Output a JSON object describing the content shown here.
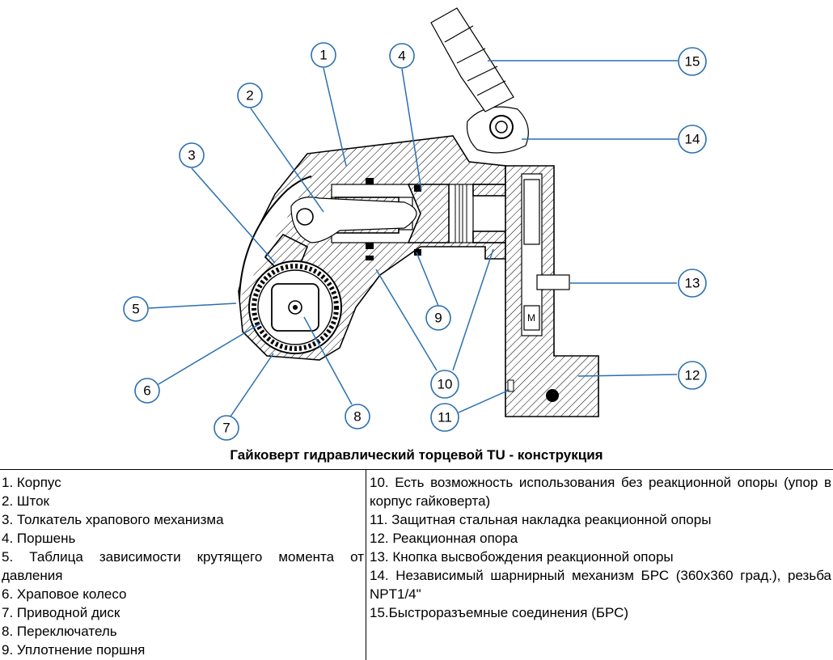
{
  "callouts": [
    "1",
    "2",
    "3",
    "4",
    "5",
    "6",
    "7",
    "8",
    "9",
    "10",
    "11",
    "12",
    "13",
    "14",
    "15"
  ],
  "caption": "Гайковерт гидравлический торцевой TU - конструкция",
  "legend_left": [
    "1. Корпус",
    "2. Шток",
    "3. Толкатель храпового механизма",
    "4. Поршень",
    "5. Таблица зависимости крутящего момента от давления",
    "6. Храповое колесо",
    "7. Приводной диск",
    "8. Переключатель",
    "9. Уплотнение поршня"
  ],
  "legend_right": [
    "10. Есть возможность использования без реакционной опоры (упор в корпус гайковерта)",
    "11. Защитная стальная накладка реакционной опоры",
    "12. Реакционная опора",
    "13. Кнопка высвобождения реакционной опоры",
    "14. Независимый шарнирный механизм БРС (360х360 град.), резьба NPT1/4\"",
    "15.Быстроразъемные соединения (БРС)"
  ],
  "spring_label": "M",
  "colors": {
    "callout_stroke": "#2a6fb0",
    "ink": "#000000",
    "background": "#ffffff"
  }
}
